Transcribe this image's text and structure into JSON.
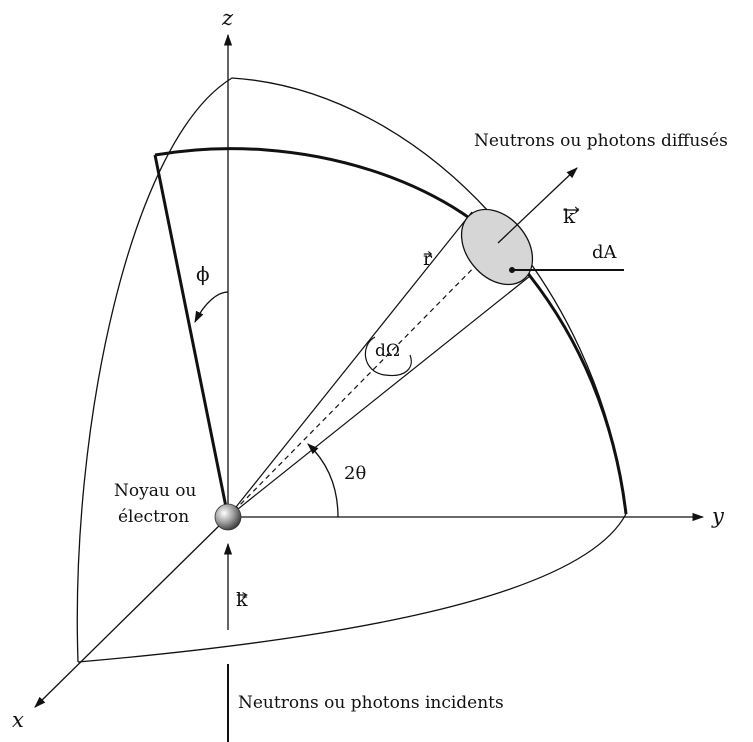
{
  "axes": {
    "x_label": "x",
    "y_label": "y",
    "z_label": "z"
  },
  "labels": {
    "scattered": "Neutrons ou photons diffusés",
    "incident": "Neutrons ou photons incidents",
    "target_line1": "Noyau ou",
    "target_line2": "électron",
    "k_prime": "k′",
    "k": "k",
    "r": "r",
    "dA": "dA",
    "dOmega": "dΩ",
    "two_theta": "2θ",
    "phi": "ϕ"
  },
  "colors": {
    "line": "#111111",
    "patch_fill": "#d6d6d6",
    "sphere": "#8a8a8a"
  }
}
